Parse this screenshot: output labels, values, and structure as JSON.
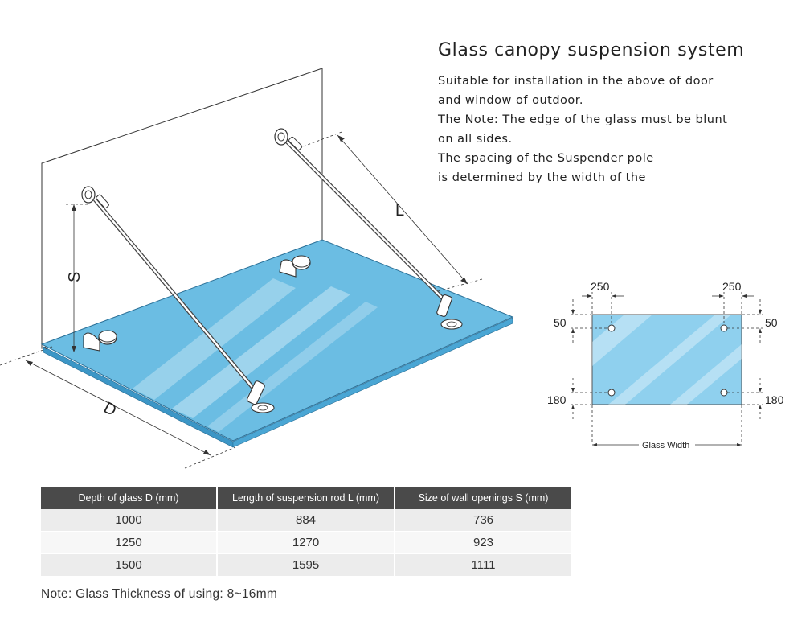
{
  "title": "Glass canopy suspension system",
  "description": [
    "Suitable for installation in the above of door",
    "and window of outdoor.",
    "The Note: The edge of the glass must be blunt",
    "on all sides.",
    "The spacing of the Suspender pole",
    "is determined by the width of the"
  ],
  "iso_labels": {
    "s": "S",
    "l": "L",
    "d": "D"
  },
  "plan": {
    "top_left": "250",
    "top_right": "250",
    "left_top": "50",
    "right_top": "50",
    "left_bottom": "180",
    "right_bottom": "180",
    "width_label": "Glass Width"
  },
  "table": {
    "headers": [
      "Depth of  glass  D (mm)",
      "Length of suspension rod L (mm)",
      "Size of wall openings S (mm)"
    ],
    "rows": [
      [
        "1000",
        "884",
        "736"
      ],
      [
        "1250",
        "1270",
        "923"
      ],
      [
        "1500",
        "1595",
        "1111"
      ]
    ]
  },
  "note": "Note: Glass Thickness of using: 8~16mm",
  "colors": {
    "glass": "#6bbde3",
    "glass_edge": "#3c96c6",
    "header_bg": "#4a4a4a"
  }
}
